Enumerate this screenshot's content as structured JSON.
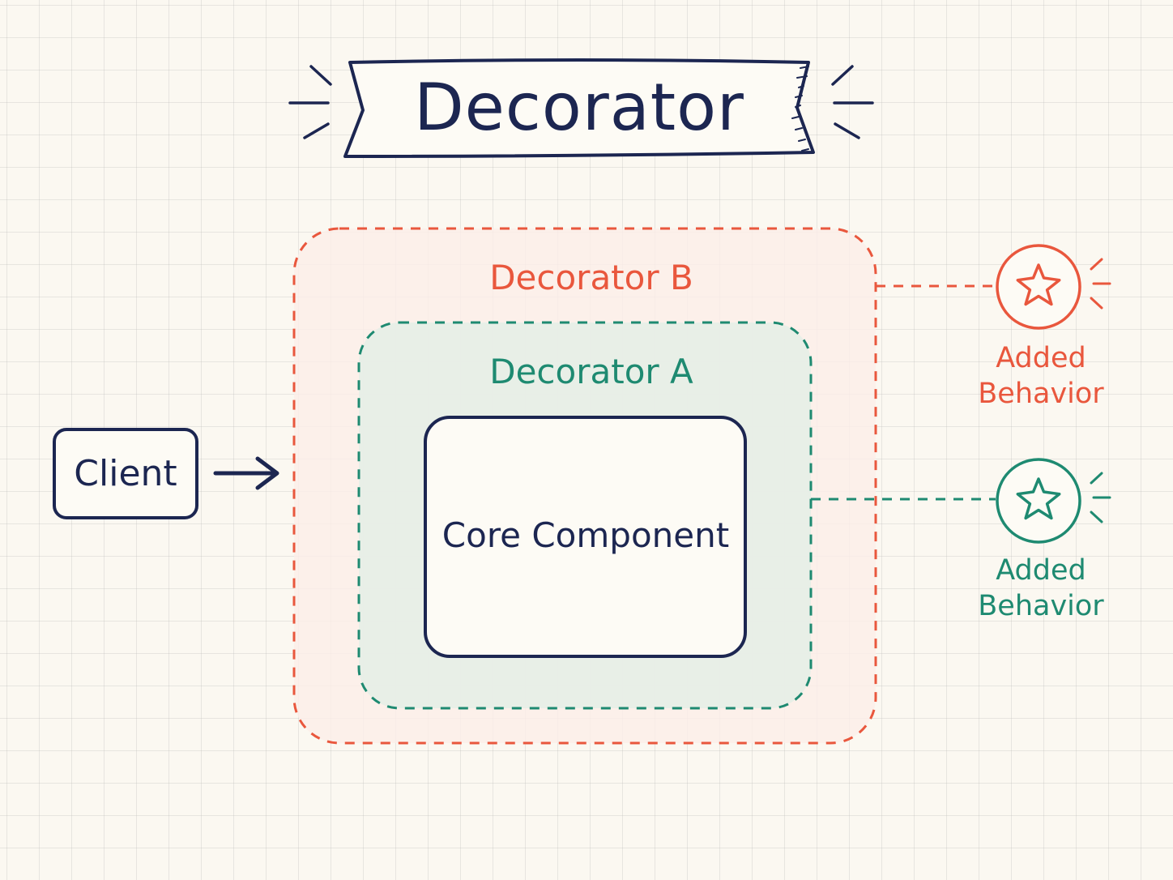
{
  "title": "Decorator",
  "client_label": "Client",
  "decorator_b_label": "Decorator B",
  "decorator_a_label": "Decorator A",
  "core_label": "Core Component",
  "behaviors": [
    {
      "line1": "Added",
      "line2": "Behavior",
      "icon": "star-icon",
      "color": "#e9573d"
    },
    {
      "line1": "Added",
      "line2": "Behavior",
      "icon": "star-icon",
      "color": "#1e8a71"
    }
  ],
  "colors": {
    "navy": "#1c2651",
    "decorator_b": "#e9573d",
    "decorator_a": "#1e8a71",
    "background": "#fbf8f1"
  }
}
